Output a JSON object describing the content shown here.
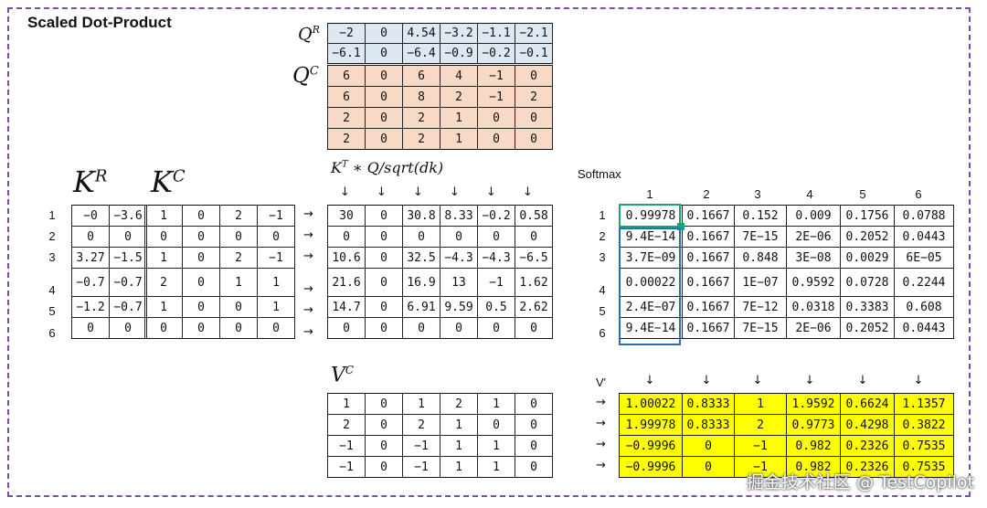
{
  "title": "Scaled Dot-Product",
  "labels": {
    "qr": "Q",
    "qr_sup": "R",
    "qc": "Q",
    "qc_sup": "C",
    "kr": "K",
    "kr_sup": "R",
    "kc": "K",
    "kc_sup": "C",
    "scores": "K",
    "scores_sup": "T",
    "scores_rest": " ∗ Q/sqrt(dk)",
    "vc": "V",
    "vc_sup": "C",
    "softmax": "Softmax",
    "vprime": "V'"
  },
  "arrow_right": "→",
  "arrow_down": "↓",
  "row_numbers": [
    "1",
    "2",
    "3",
    "4",
    "5",
    "6"
  ],
  "col_numbers": [
    "1",
    "2",
    "3",
    "4",
    "5",
    "6"
  ],
  "QR": [
    [
      "−2",
      "0",
      "4.54",
      "−3.2",
      "−1.1",
      "−2.1"
    ],
    [
      "−6.1",
      "0",
      "−6.4",
      "−0.9",
      "−0.2",
      "−0.1"
    ]
  ],
  "QC": [
    [
      "6",
      "0",
      "6",
      "4",
      "−1",
      "0"
    ],
    [
      "6",
      "0",
      "8",
      "2",
      "−1",
      "2"
    ],
    [
      "2",
      "0",
      "2",
      "1",
      "0",
      "0"
    ],
    [
      "2",
      "0",
      "2",
      "1",
      "0",
      "0"
    ]
  ],
  "KR": [
    [
      "−0",
      "−3.6"
    ],
    [
      "0",
      "0"
    ],
    [
      "3.27",
      "−1.5"
    ],
    [
      "−0.7",
      "−0.7"
    ],
    [
      "−1.2",
      "−0.7"
    ],
    [
      "0",
      "0"
    ]
  ],
  "KC": [
    [
      "1",
      "0",
      "2",
      "−1"
    ],
    [
      "0",
      "0",
      "0",
      "0"
    ],
    [
      "1",
      "0",
      "2",
      "−1"
    ],
    [
      "2",
      "0",
      "1",
      "1"
    ],
    [
      "1",
      "0",
      "0",
      "1"
    ],
    [
      "0",
      "0",
      "0",
      "0"
    ]
  ],
  "scores": [
    [
      "30",
      "0",
      "30.8",
      "8.33",
      "−0.2",
      "0.58"
    ],
    [
      "0",
      "0",
      "0",
      "0",
      "0",
      "0"
    ],
    [
      "10.6",
      "0",
      "32.5",
      "−4.3",
      "−4.3",
      "−6.5"
    ],
    [
      "21.6",
      "0",
      "16.9",
      "13",
      "−1",
      "1.62"
    ],
    [
      "14.7",
      "0",
      "6.91",
      "9.59",
      "0.5",
      "2.62"
    ],
    [
      "0",
      "0",
      "0",
      "0",
      "0",
      "0"
    ]
  ],
  "softmax_vals": [
    [
      "0.99978",
      "0.1667",
      "0.152",
      "0.009",
      "0.1756",
      "0.0788"
    ],
    [
      "9.4E−14",
      "0.1667",
      "7E−15",
      "2E−06",
      "0.2052",
      "0.0443"
    ],
    [
      "3.7E−09",
      "0.1667",
      "0.848",
      "3E−08",
      "0.0029",
      "6E−05"
    ],
    [
      "0.00022",
      "0.1667",
      "1E−07",
      "0.9592",
      "0.0728",
      "0.2244"
    ],
    [
      "2.4E−07",
      "0.1667",
      "7E−12",
      "0.0318",
      "0.3383",
      "0.608"
    ],
    [
      "9.4E−14",
      "0.1667",
      "7E−15",
      "2E−06",
      "0.2052",
      "0.0443"
    ]
  ],
  "VC": [
    [
      "1",
      "0",
      "1",
      "2",
      "1",
      "0"
    ],
    [
      "2",
      "0",
      "2",
      "1",
      "0",
      "0"
    ],
    [
      "−1",
      "0",
      "−1",
      "1",
      "1",
      "0"
    ],
    [
      "−1",
      "0",
      "−1",
      "1",
      "1",
      "0"
    ]
  ],
  "Vprime": [
    [
      "1.00022",
      "0.8333",
      "1",
      "1.9592",
      "0.6624",
      "1.1357"
    ],
    [
      "1.99978",
      "0.8333",
      "2",
      "0.9773",
      "0.4298",
      "0.3822"
    ],
    [
      "−0.9996",
      "0",
      "−1",
      "0.982",
      "0.2326",
      "0.7535"
    ],
    [
      "−0.9996",
      "0",
      "−1",
      "0.982",
      "0.2326",
      "0.7535"
    ]
  ],
  "watermark": "掘金技术社区 @ TestCopilot",
  "colors": {
    "frame": "#7b4fa6",
    "qr_fill": "#dde8f3",
    "qc_fill": "#f7d9c6",
    "vprime_fill": "#ffff00",
    "highlight_green": "#1aa37a",
    "highlight_blue": "#2d6db0"
  }
}
